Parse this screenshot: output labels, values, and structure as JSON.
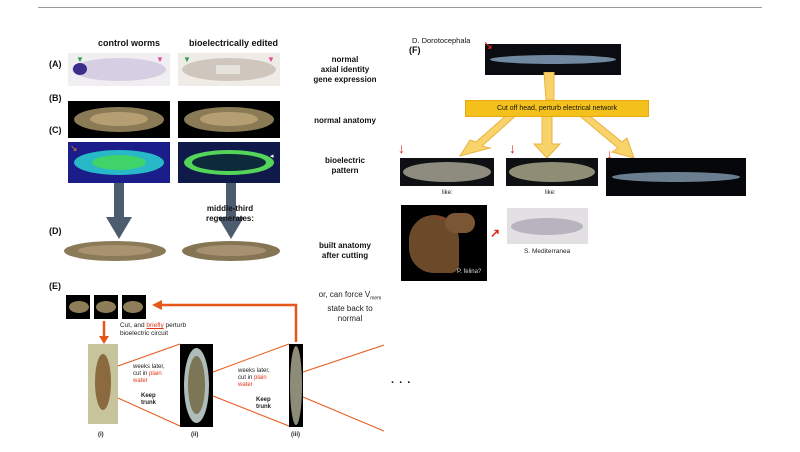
{
  "figure": {
    "col_control": "control worms",
    "col_edited": "bioelectrically edited",
    "panel_a": "(A)",
    "panel_b": "(B)",
    "panel_c": "(C)",
    "panel_d": "(D)",
    "panel_e": "(E)",
    "panel_f": "(F)",
    "cap_a": [
      "normal",
      "axial identity",
      "gene expression"
    ],
    "cap_b": "normal anatomy",
    "cap_c": [
      "bioelectric",
      "pattern"
    ],
    "middle_third": [
      "middle-third",
      "regenerates:"
    ],
    "cap_d": [
      "built anatomy",
      "after cutting"
    ],
    "e_force": [
      "or, can force V",
      "mem",
      "state back to",
      "normal"
    ],
    "e_cut_prefix": "Cut, and ",
    "e_cut_brief": "briefly",
    "e_cut_suffix": " perturb",
    "e_cut_line2": "bioelectric circuit",
    "e_weeks1": "weeks later,",
    "e_weeks2_a": "cut in ",
    "e_weeks2_b": "plain",
    "e_weeks3": "water",
    "e_keep": [
      "Keep",
      "trunk"
    ],
    "e_i": "(i)",
    "e_ii": "(ii)",
    "e_iii": "(iii)",
    "e_dots": ". . .",
    "f_species": "D. Dorotocephala",
    "f_banner": "Cut off head, perturb electrical network",
    "f_like1": "like:",
    "f_like2": "like:",
    "f_felina": "P. felina?",
    "f_smed": "S. Mediterranea"
  }
}
